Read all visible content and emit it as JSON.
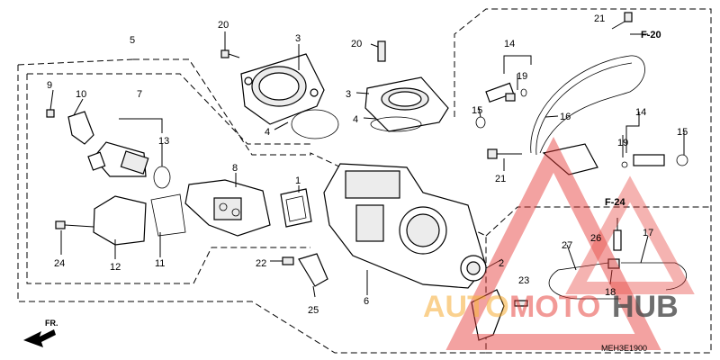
{
  "diagram": {
    "code": "MEH3E1900",
    "front_marker": "FR.",
    "section_refs": [
      "F-20",
      "F-24"
    ],
    "watermark": {
      "part1": "AUTO",
      "part2": "MOTO",
      "part3": "HUB"
    },
    "part_numbers": {
      "p1": "1",
      "p2": "2",
      "p3a": "3",
      "p3b": "3",
      "p4a": "4",
      "p4b": "4",
      "p5": "5",
      "p6": "6",
      "p7": "7",
      "p8": "8",
      "p9": "9",
      "p10": "10",
      "p11": "11",
      "p12": "12",
      "p13": "13",
      "p14a": "14",
      "p14b": "14",
      "p15a": "15",
      "p15b": "15",
      "p16": "16",
      "p17": "17",
      "p18": "18",
      "p19a": "19",
      "p19b": "19",
      "p20a": "20",
      "p20b": "20",
      "p21a": "21",
      "p21b": "21",
      "p22": "22",
      "p23": "23",
      "p24": "24",
      "p25": "25",
      "p26": "26",
      "p27": "27"
    },
    "colors": {
      "watermark_red": "#e53935",
      "watermark_orange": "#f5a623",
      "watermark_dark": "#2b2b2b",
      "line": "#000000"
    }
  }
}
